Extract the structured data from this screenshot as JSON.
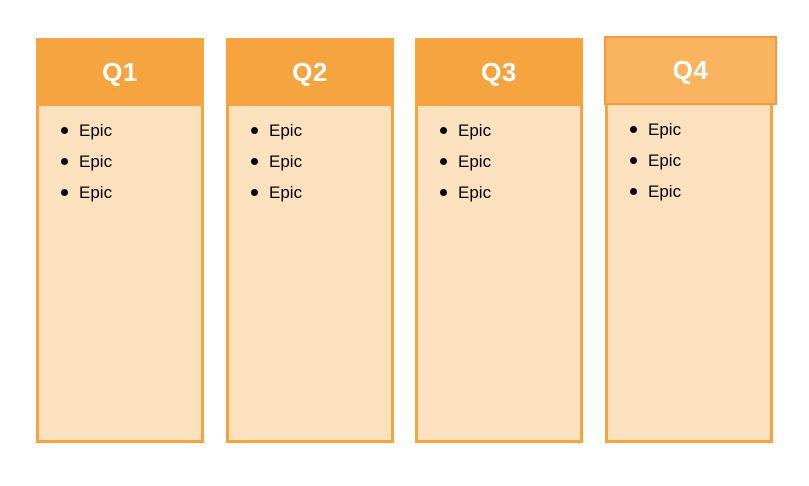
{
  "slide": {
    "background": "#FFFFFF"
  },
  "colors": {
    "slide_bg": "#FFFFFF",
    "accent_orange": "#F5A440",
    "column_fill": "#FCE1BE",
    "highlight_header_fill": "#FAB45F",
    "highlight_header_border": "#F29A3D",
    "header_text": "#FFFFFF",
    "item_text": "#000000"
  },
  "columns": [
    {
      "label": "Q1",
      "highlighted": false,
      "items": [
        "Epic",
        "Epic",
        "Epic"
      ]
    },
    {
      "label": "Q2",
      "highlighted": false,
      "items": [
        "Epic",
        "Epic",
        "Epic"
      ]
    },
    {
      "label": "Q3",
      "highlighted": false,
      "items": [
        "Epic",
        "Epic",
        "Epic"
      ]
    },
    {
      "label": "Q4",
      "highlighted": true,
      "items": [
        "Epic",
        "Epic",
        "Epic"
      ]
    }
  ]
}
